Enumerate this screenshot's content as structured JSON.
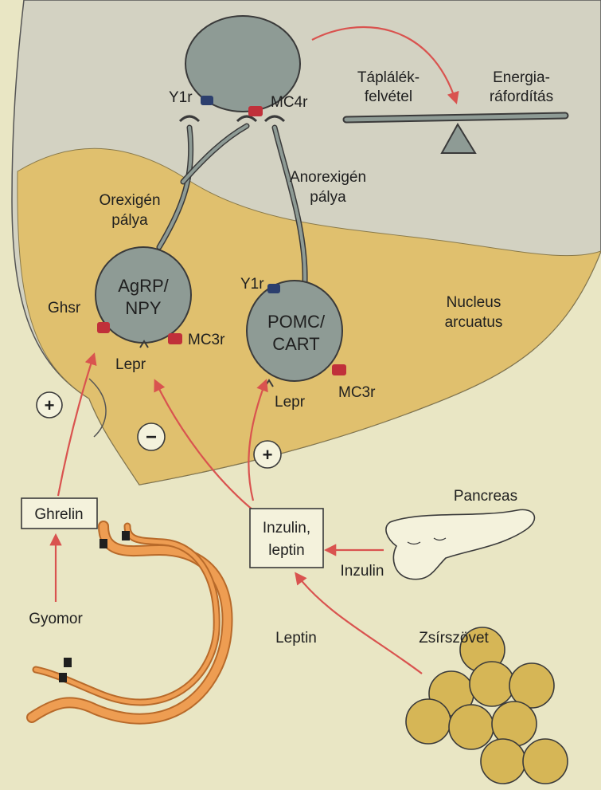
{
  "balance": {
    "left_line1": "Táplálék-",
    "left_line2": "felvétel",
    "right_line1": "Energia-",
    "right_line2": "ráfordítás"
  },
  "receptors": {
    "y1r_top": "Y1r",
    "mc4r": "MC4r",
    "y1r_pomc": "Y1r",
    "ghsr": "Ghsr",
    "mc3r_agrp": "MC3r",
    "lepr_agrp": "Lepr",
    "lepr_pomc": "Lepr",
    "mc3r_pomc": "MC3r"
  },
  "pathways": {
    "orexigen_line1": "Orexigén",
    "orexigen_line2": "pálya",
    "anorexigen_line1": "Anorexigén",
    "anorexigen_line2": "pálya"
  },
  "neurons": {
    "agrp_line1": "AgRP/",
    "agrp_line2": "NPY",
    "pomc_line1": "POMC/",
    "pomc_line2": "CART"
  },
  "regions": {
    "nucleus_line1": "Nucleus",
    "nucleus_line2": "arcuatus"
  },
  "signs": {
    "plus_ghrelin": "+",
    "minus": "−",
    "plus_pomc": "+"
  },
  "boxes": {
    "ghrelin": "Ghrelin",
    "insulin_leptin_line1": "Inzulin,",
    "insulin_leptin_line2": "leptin"
  },
  "organs": {
    "pancreas": "Pancreas",
    "stomach": "Gyomor",
    "adipose": "Zsírszövet"
  },
  "arrows": {
    "insulin": "Inzulin",
    "leptin": "Leptin"
  },
  "colors": {
    "background": "#e9e6c4",
    "brain": "#d3d2c2",
    "nucleus": "#e0c06e",
    "neuron": "#8e9b95",
    "arrow": "#d9534f",
    "receptor_red": "#c0303a",
    "receptor_blue": "#2c3f6e",
    "stomach": "#ee9d52",
    "fat_cell": "#d6b656"
  }
}
